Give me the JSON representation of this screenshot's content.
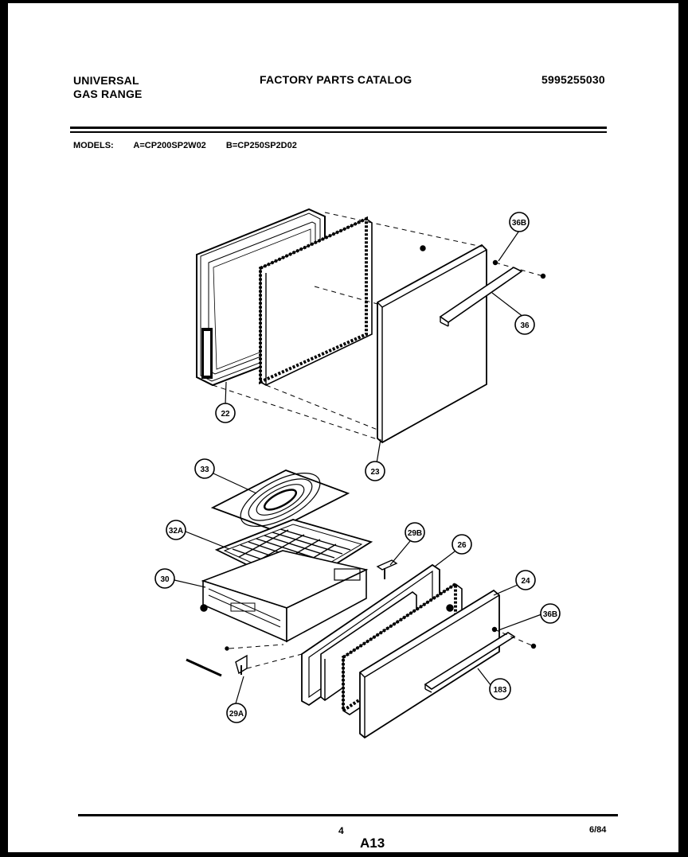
{
  "header": {
    "brand_line1": "UNIVERSAL",
    "brand_line2": "GAS RANGE",
    "title": "FACTORY PARTS CATALOG",
    "part_number": "5995255030"
  },
  "models": {
    "label": "MODELS:",
    "a": "A=CP200SP2W02",
    "b": "B=CP250SP2D02"
  },
  "callouts": [
    "22",
    "23",
    "36B",
    "36",
    "33",
    "32A",
    "29B",
    "26",
    "30",
    "24",
    "36B",
    "29A",
    "183"
  ],
  "footer": {
    "page": "4",
    "code": "A13",
    "date": "6/84"
  }
}
